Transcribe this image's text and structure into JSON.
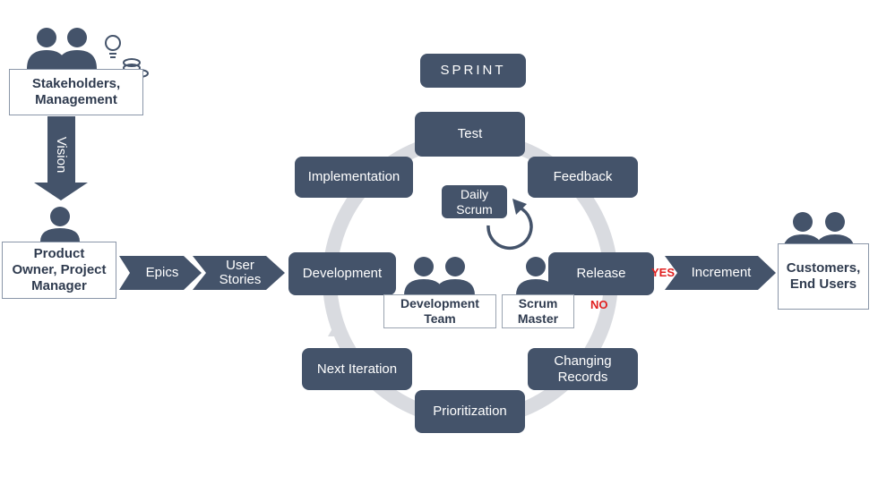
{
  "sprint_title": "SPRINT",
  "stakeholders": {
    "line1": "Stakeholders,",
    "line2": "Management"
  },
  "vision": "Vision",
  "product_owner": {
    "line1": "Product",
    "line2": "Owner, Project",
    "line3": "Manager"
  },
  "epics": "Epics",
  "user_stories": {
    "line1": "User",
    "line2": "Stories"
  },
  "cycle": {
    "test": "Test",
    "feedback": "Feedback",
    "implementation": "Implementation",
    "daily_scrum": {
      "line1": "Daily",
      "line2": "Scrum"
    },
    "development": "Development",
    "release": "Release",
    "changing_records": {
      "line1": "Changing",
      "line2": "Records"
    },
    "prioritization": "Prioritization",
    "next_iteration": "Next Iteration"
  },
  "development_team": {
    "line1": "Development",
    "line2": "Team"
  },
  "scrum_master": {
    "line1": "Scrum",
    "line2": "Master"
  },
  "yes": "YES",
  "no": "NO",
  "increment": "Increment",
  "customers": {
    "line1": "Customers,",
    "line2": "End Users"
  },
  "colors": {
    "node": "#44536a",
    "ring": "#d9dbe0",
    "accent_red": "#e02020"
  }
}
